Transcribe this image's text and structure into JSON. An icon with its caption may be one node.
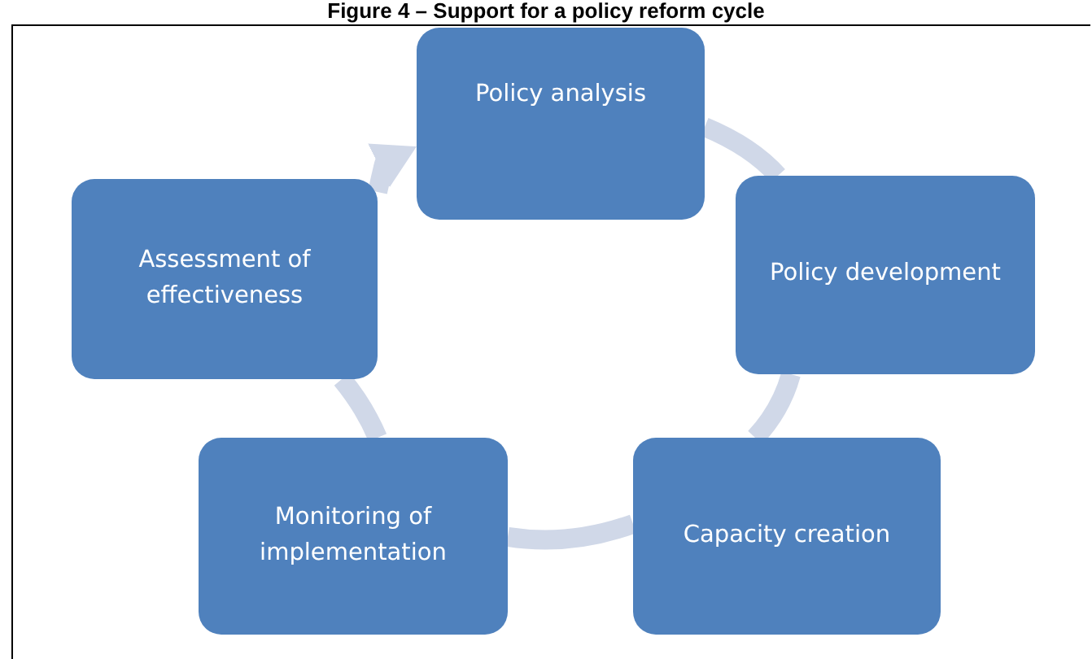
{
  "diagram": {
    "title": "Figure 4 – Support for a policy reform cycle",
    "nodes": [
      {
        "text": [
          "Policy analysis"
        ]
      },
      {
        "text": [
          "Policy development"
        ]
      },
      {
        "text": [
          "Capacity creation"
        ]
      },
      {
        "text": [
          "Monitoring of implementation"
        ]
      },
      {
        "text": [
          "Assessment of effectiveness"
        ]
      }
    ],
    "edges": [
      {
        "from": 0,
        "to": 1,
        "arrow": "none"
      },
      {
        "from": 1,
        "to": 2,
        "arrow": "none"
      },
      {
        "from": 2,
        "to": 3,
        "arrow": "none"
      },
      {
        "from": 3,
        "to": 4,
        "arrow": "none"
      },
      {
        "from": 4,
        "to": 0,
        "arrow": "to"
      }
    ]
  }
}
